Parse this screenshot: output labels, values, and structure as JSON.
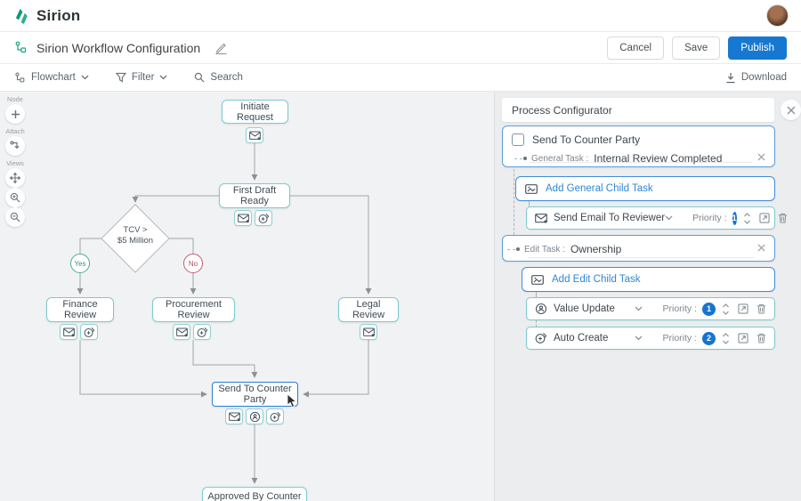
{
  "brand": {
    "name": "Sirion"
  },
  "titlebar": {
    "title": "Sirion Workflow Configuration",
    "cancel_label": "Cancel",
    "save_label": "Save",
    "publish_label": "Publish"
  },
  "toolbar": {
    "flowchart_label": "Flowchart",
    "filter_label": "Filter",
    "search_label": "Search",
    "download_label": "Download"
  },
  "side_tools": {
    "node_label": "Node",
    "attach_label": "Attach",
    "views_label": "Views"
  },
  "flowchart": {
    "initiate": "Initiate Request",
    "first_draft": "First Draft Ready",
    "decision_line1": "TCV >",
    "decision_line2": "$5 Million",
    "yes_label": "Yes",
    "no_label": "No",
    "finance": "Finance Review",
    "procurement": "Procurement Review",
    "legal": "Legal Review",
    "send": "Send To Counter Party",
    "approved": "Approved By Counter Party"
  },
  "panel": {
    "title": "Process Configurator",
    "card": {
      "title": "Send To Counter Party",
      "general_task_label": "General Task :",
      "general_task_value": "Internal Review Completed"
    },
    "add_general_label": "Add General Child Task",
    "send_email": {
      "label": "Send Email To Reviewer",
      "priority_label": "Priority :",
      "priority": "1"
    },
    "edit_task": {
      "label": "Edit Task :",
      "value": "Ownership"
    },
    "add_edit_label": "Add Edit Child Task",
    "value_update": {
      "label": "Value Update",
      "priority_label": "Priority :",
      "priority": "1"
    },
    "auto_create": {
      "label": "Auto Create",
      "priority_label": "Priority :",
      "priority": "2"
    }
  },
  "icons": {
    "brand_mark": "sirion-logo",
    "title_glyph": "workflow-icon",
    "edit": "pencil-icon",
    "flowchart": "flowchart-icon",
    "filter": "funnel-icon",
    "search": "magnifier-icon",
    "download": "download-icon",
    "node_add": "plus-icon",
    "attach": "attach-connector-icon",
    "pan": "move-icon",
    "zoom_in": "zoom-in-icon",
    "zoom_out": "zoom-out-icon",
    "email": "envelope-icon",
    "auto_create": "auto-create-icon",
    "value_update": "value-update-icon",
    "general_task": "general-task-icon",
    "close": "close-icon",
    "expand": "expand-icon",
    "delete": "trash-icon"
  },
  "colors": {
    "accent_blue": "#1778d2",
    "selection_blue": "#2b7fd9",
    "teal_border": "#7ccad2",
    "link_blue": "#2f86d6",
    "priority_badge": "#1674d1",
    "brand_green": "#21a385",
    "yes_teal": "#49ab9e",
    "no_red": "#c05c6d",
    "canvas_bg": "#f1f2f3",
    "panel_bg": "#ebedee"
  }
}
